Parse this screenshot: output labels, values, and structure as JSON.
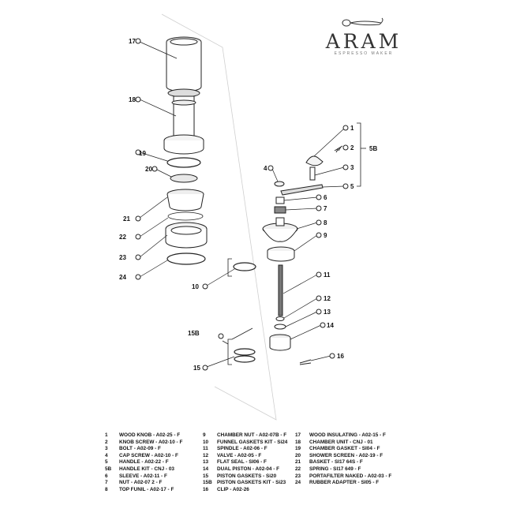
{
  "brand": {
    "name": "ARAM",
    "subtitle": "ESPRESSO MAKER",
    "logo_icon": "coffee-press-lever-icon"
  },
  "callouts": [
    {
      "id": "17",
      "label": "17"
    },
    {
      "id": "18",
      "label": "18"
    },
    {
      "id": "19",
      "label": "19"
    },
    {
      "id": "20",
      "label": "20"
    },
    {
      "id": "21",
      "label": "21"
    },
    {
      "id": "22",
      "label": "22"
    },
    {
      "id": "23",
      "label": "23"
    },
    {
      "id": "24",
      "label": "24"
    },
    {
      "id": "1",
      "label": "1"
    },
    {
      "id": "2",
      "label": "2"
    },
    {
      "id": "3",
      "label": "3"
    },
    {
      "id": "4",
      "label": "4"
    },
    {
      "id": "5",
      "label": "5"
    },
    {
      "id": "5B",
      "label": "5B"
    },
    {
      "id": "6",
      "label": "6"
    },
    {
      "id": "7",
      "label": "7"
    },
    {
      "id": "8",
      "label": "8"
    },
    {
      "id": "9",
      "label": "9"
    },
    {
      "id": "10",
      "label": "10"
    },
    {
      "id": "11",
      "label": "11"
    },
    {
      "id": "12",
      "label": "12"
    },
    {
      "id": "13",
      "label": "13"
    },
    {
      "id": "14",
      "label": "14"
    },
    {
      "id": "15B",
      "label": "15B"
    },
    {
      "id": "15",
      "label": "15"
    },
    {
      "id": "16",
      "label": "16"
    }
  ],
  "legend": {
    "col1": [
      {
        "num": "1",
        "text": "WOOD KNOB - A02-25 - F"
      },
      {
        "num": "2",
        "text": "KNOB SCREW - A02-10 - F"
      },
      {
        "num": "3",
        "text": "BOLT - A02-09 - F"
      },
      {
        "num": "4",
        "text": "CAP SCREW - A02-10 - F"
      },
      {
        "num": "5",
        "text": "HANDLE - A02-22 - F"
      },
      {
        "num": "5B",
        "text": "HANDLE KIT - CNJ - 03"
      },
      {
        "num": "6",
        "text": "SLEEVE - A02-11 - F"
      },
      {
        "num": "7",
        "text": "NUT - A02-07 2 - F"
      },
      {
        "num": "8",
        "text": "TOP FUNIL - A02-17 - F"
      }
    ],
    "col2": [
      {
        "num": "9",
        "text": "CHAMBER NUT - A02-07B - F"
      },
      {
        "num": "10",
        "text": "FUNNEL GASKETS KIT - Si24"
      },
      {
        "num": "11",
        "text": "SPINDLE - A02-06 - F"
      },
      {
        "num": "12",
        "text": "VALVE - A02-05 - F"
      },
      {
        "num": "13",
        "text": "FLAT SEAL - SI06 - F"
      },
      {
        "num": "14",
        "text": "DUAL PISTON - A02-04 - F"
      },
      {
        "num": "15",
        "text": "PISTON GASKETS - Si20"
      },
      {
        "num": "15B",
        "text": "PISTON GASKETS KIT - Si23"
      },
      {
        "num": "16",
        "text": "CLIP - A02-26"
      }
    ],
    "col3": [
      {
        "num": "17",
        "text": "WOOD INSULATING - A02-15 - F"
      },
      {
        "num": "18",
        "text": "CHAMBER UNIT - CNJ - 01"
      },
      {
        "num": "19",
        "text": "CHAMBER GASKET - SI04 - F"
      },
      {
        "num": "20",
        "text": "SHOWER SCREEN - A02-19 - F"
      },
      {
        "num": "21",
        "text": "BASKET - SI17 64S - F"
      },
      {
        "num": "22",
        "text": "SPRING - SI17 649 - F"
      },
      {
        "num": "23",
        "text": "PORTAFILTER NAKED - A02-03 - F"
      },
      {
        "num": "24",
        "text": "RUBBER ADAPTER - SI05 - F"
      }
    ]
  }
}
